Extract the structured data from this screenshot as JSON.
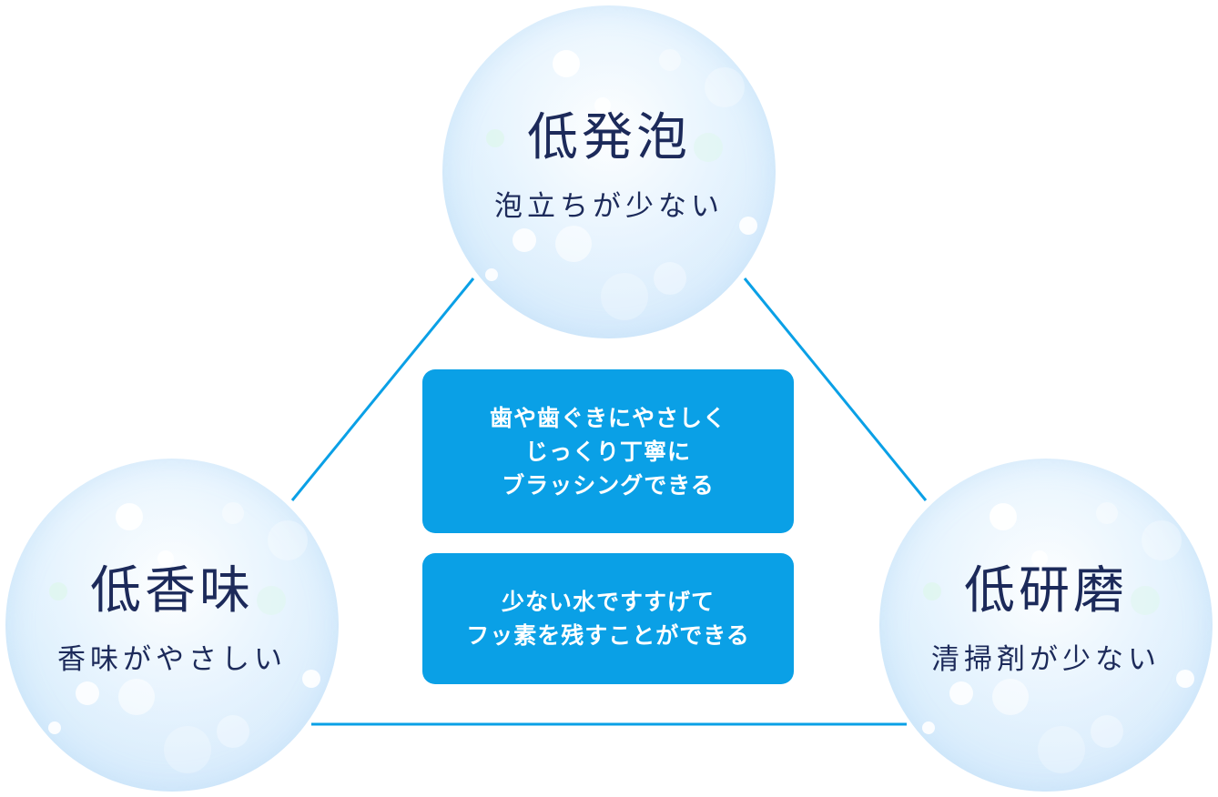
{
  "diagram": {
    "accent_color": "#0aa0e6",
    "text_color": "#1c2a5a",
    "nodes": [
      {
        "id": "top",
        "title": "低発泡",
        "subtitle": "泡立ちが少ない"
      },
      {
        "id": "left",
        "title": "低香味",
        "subtitle": "香味がやさしい"
      },
      {
        "id": "right",
        "title": "低研磨",
        "subtitle": "清掃剤が少ない"
      }
    ],
    "cards": [
      {
        "lines": [
          "歯や歯ぐきにやさしく",
          "じっくり丁寧に",
          "ブラッシングできる"
        ]
      },
      {
        "lines": [
          "少ない水ですすげて",
          "フッ素を残すことができる"
        ]
      }
    ]
  }
}
